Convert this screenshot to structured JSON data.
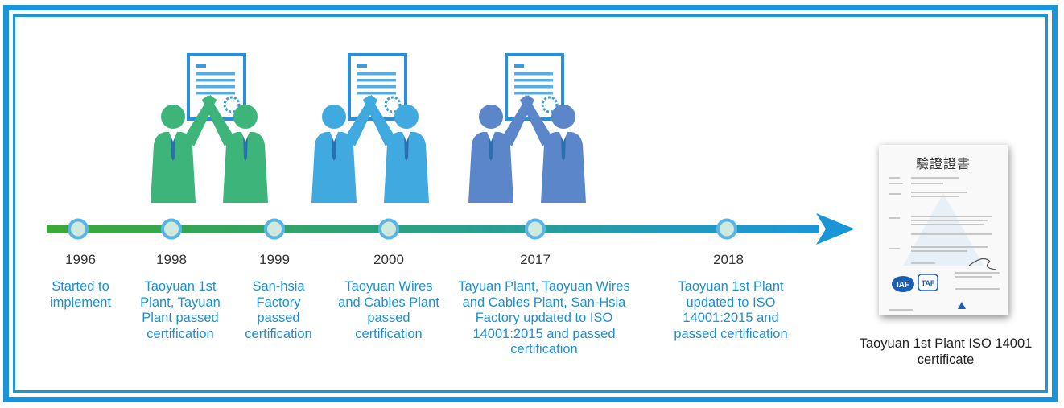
{
  "milestones": [
    {
      "year": "1996",
      "text": "Started to implement"
    },
    {
      "year": "1998",
      "text": "Taoyuan 1st Plant, Tayuan Plant passed certification"
    },
    {
      "year": "1999",
      "text": "San-hsia Factory passed certification"
    },
    {
      "year": "2000",
      "text": "Taoyuan Wires and Cables Plant passed certification"
    },
    {
      "year": "2017",
      "text": "Tayuan Plant, Taoyuan Wires and Cables Plant, San-Hsia Factory updated to ISO 14001:2015 and passed certification"
    },
    {
      "year": "2018",
      "text": "Taoyuan 1st Plant updated to ISO 14001:2015 and passed certification"
    }
  ],
  "certificate": {
    "caption": "Taoyuan 1st Plant ISO 14001 certificate",
    "heading": "驗證證書",
    "logos": [
      "IAF",
      "TAF"
    ]
  },
  "colors": {
    "frame": "#1a96d8",
    "year_text": "#333333",
    "description_text": "#1a8fd6",
    "arrow_start": "#3aaa35",
    "arrow_end": "#1a96d8",
    "figures_1998": "#3db57a",
    "figures_2000": "#3fa9e0",
    "figures_2017": "#5b86c9"
  },
  "icons": [
    "handshake-certificate-icon",
    "timeline-node-icon",
    "arrow-head-icon",
    "certificate-image"
  ]
}
